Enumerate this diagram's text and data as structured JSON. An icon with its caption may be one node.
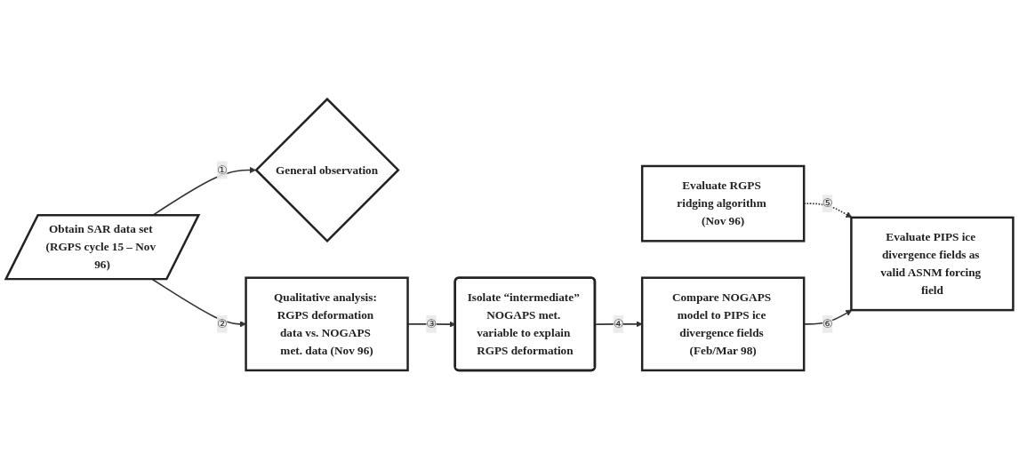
{
  "diagram": {
    "nodes": [
      {
        "text": [
          "Obtain SAR data set (RGPS cycle 15 – Nov 96)"
        ]
      },
      {
        "text": [
          "General observation"
        ]
      },
      {
        "text": [
          "Evaluate RGPS ridging algorithm (Nov 96)"
        ]
      },
      {
        "text": [
          "Qualitative analysis: RGPS deformation data vs. NOGAPS met. data (Nov 96)"
        ]
      },
      {
        "text": [
          "Isolate “intermediate” NOGAPS met. variable to explain RGPS deformation"
        ]
      },
      {
        "text": [
          "Compare NOGAPS model to PIPS ice divergence fields (Feb/Mar 98)"
        ]
      },
      {
        "text": [
          "Evaluate PIPS ice divergence fields as valid ASNM forcing field"
        ]
      }
    ],
    "edges": [
      {
        "from": 0,
        "to": 1,
        "arrow": "to",
        "label": "①"
      },
      {
        "from": 0,
        "to": 3,
        "arrow": "to",
        "label": "②"
      },
      {
        "from": 3,
        "to": 4,
        "arrow": "to",
        "label": "③"
      },
      {
        "from": 4,
        "to": 5,
        "arrow": "to",
        "label": "④"
      },
      {
        "from": 2,
        "to": 6,
        "arrow": "to",
        "label": "⑤",
        "style": "dashed"
      },
      {
        "from": 5,
        "to": 6,
        "arrow": "to",
        "label": "⑥"
      }
    ]
  }
}
